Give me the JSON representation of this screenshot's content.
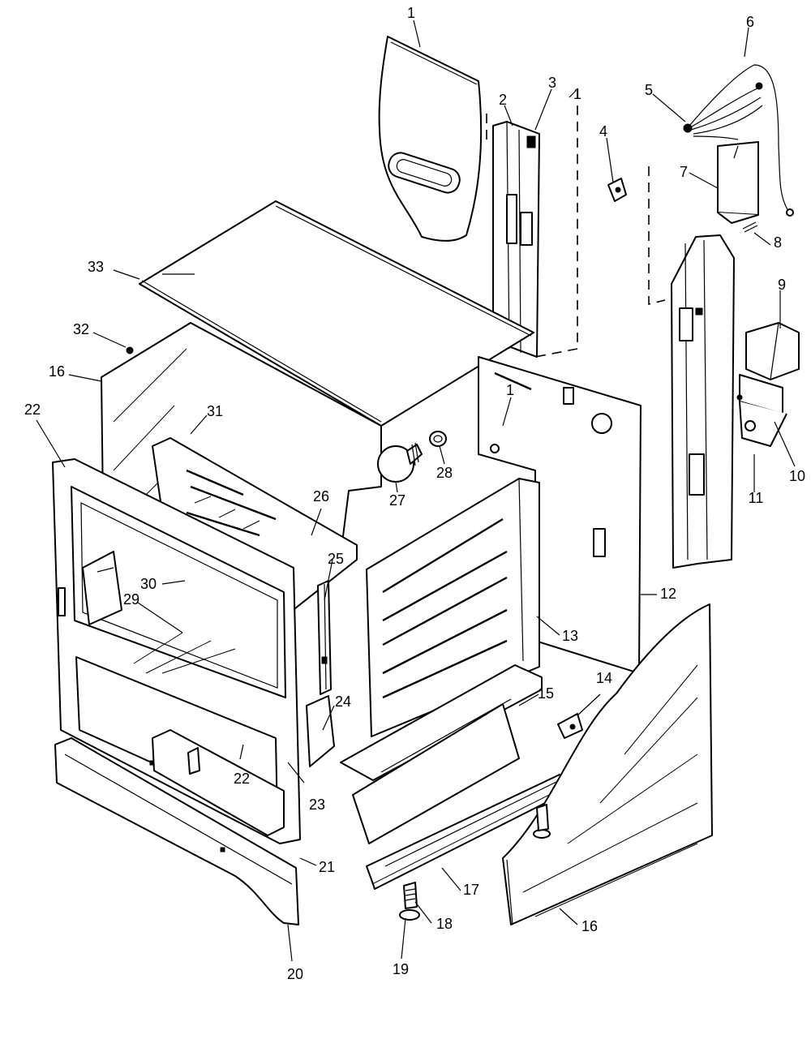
{
  "diagram": {
    "callouts": [
      "1",
      "2",
      "3",
      "1",
      "4",
      "5",
      "6",
      "7",
      "8",
      "9",
      "10",
      "11",
      "33",
      "32",
      "16",
      "22",
      "31",
      "27",
      "28",
      "26",
      "1",
      "12",
      "13",
      "30",
      "25",
      "29",
      "24",
      "15",
      "14",
      "22",
      "23",
      "21",
      "17",
      "18",
      "19",
      "20",
      "16"
    ]
  },
  "colors": {
    "line": "#000000",
    "background": "#ffffff"
  }
}
